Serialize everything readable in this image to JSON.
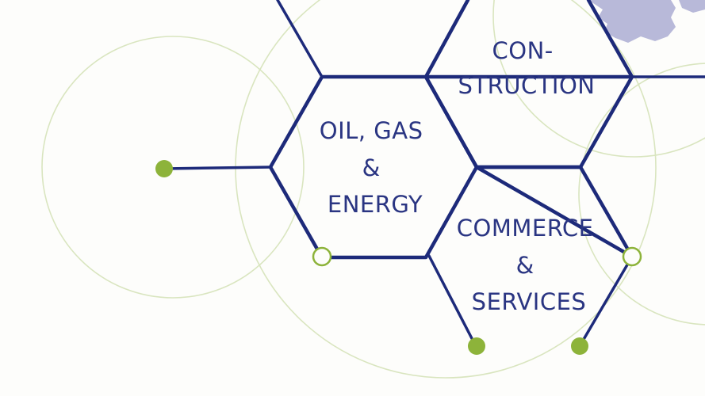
{
  "colors": {
    "hex_stroke": "#1d2a7a",
    "label_text": "#2a3582",
    "ring_stroke": "#d9e5bf",
    "dot_green": "#8db33a",
    "map_grey": "#b8b9d9",
    "background": "#fdfdfb"
  },
  "hexagons": [
    {
      "id": "construction",
      "lines": [
        "CON-",
        "STRUCTION"
      ]
    },
    {
      "id": "oil-gas-energy",
      "lines": [
        "OIL, GAS",
        "&",
        "ENERGY"
      ]
    },
    {
      "id": "commerce-services",
      "lines": [
        "COMMERCE",
        "&",
        "SERVICES"
      ]
    }
  ]
}
